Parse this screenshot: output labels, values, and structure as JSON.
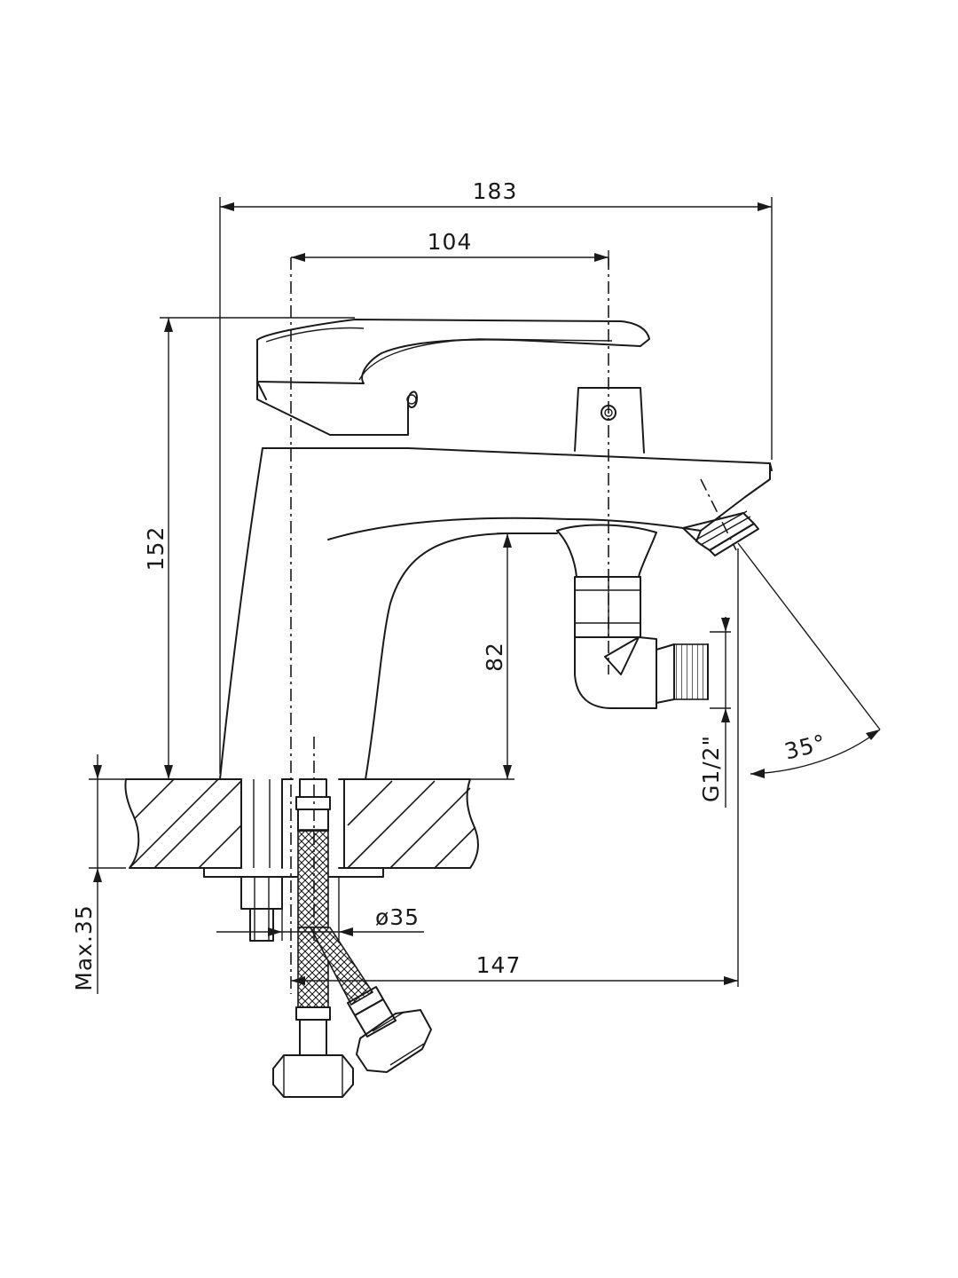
{
  "dimensions": {
    "overall_width": "183",
    "handle_axis_width": "104",
    "overall_height": "152",
    "spout_height": "82",
    "spout_reach": "147",
    "hole_diameter": "ø35",
    "max_deck_thickness": "Max.35",
    "thread_size": "G1/2\"",
    "spout_angle": "35°"
  }
}
